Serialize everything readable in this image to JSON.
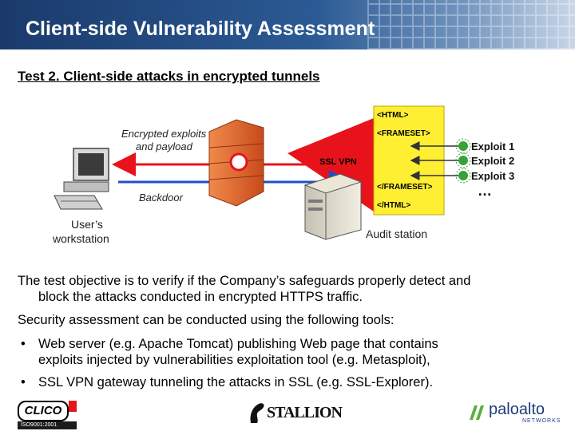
{
  "header": {
    "title": "Client-side Vulnerability Assessment"
  },
  "subtitle": "Test 2. Client-side attacks in encrypted tunnels",
  "diagram": {
    "encrypted_label_line1": "Encrypted exploits",
    "encrypted_label_line2": "and payload",
    "backdoor_label": "Backdoor",
    "workstation_label_line1": "User’s",
    "workstation_label_line2": "workstation",
    "ssl_vpn_label": "SSL VPN",
    "audit_station_label": "Audit station",
    "html_lines": [
      "<HTML>",
      "<FRAMESET>",
      "</FRAMESET>",
      "</HTML>"
    ],
    "exploits": [
      "Exploit 1",
      "Exploit 2",
      "Exploit 3"
    ],
    "ellipsis": "…",
    "colors": {
      "red": "#e8131a",
      "blue": "#1f4fc8",
      "yellow": "#ffef33",
      "firewall": "#e0662c"
    }
  },
  "paragraph1_line1": "The test objective is to verify if the Company’s safeguards properly detect and",
  "paragraph1_line2": "block the attacks conducted in encrypted HTTPS traffic.",
  "paragraph2": "Security assessment can be conducted using the following tools:",
  "bullets": [
    {
      "line1": "Web server (e.g. Apache Tomcat) publishing Web page that contains",
      "line2": "exploits injected by vulnerabilities exploitation tool (e.g. Metasploit),"
    },
    {
      "line1": "SSL VPN gateway tunneling the attacks in SSL (e.g. SSL-Explorer).",
      "line2": ""
    }
  ],
  "bullet_char": "•",
  "footer": {
    "left_logo_text": "CLICO",
    "left_logo_caption": "ISO9001:2001",
    "center_logo_text": "STALLION",
    "right_logo_main": "paloalto",
    "right_logo_sub": "NETWORKS"
  }
}
